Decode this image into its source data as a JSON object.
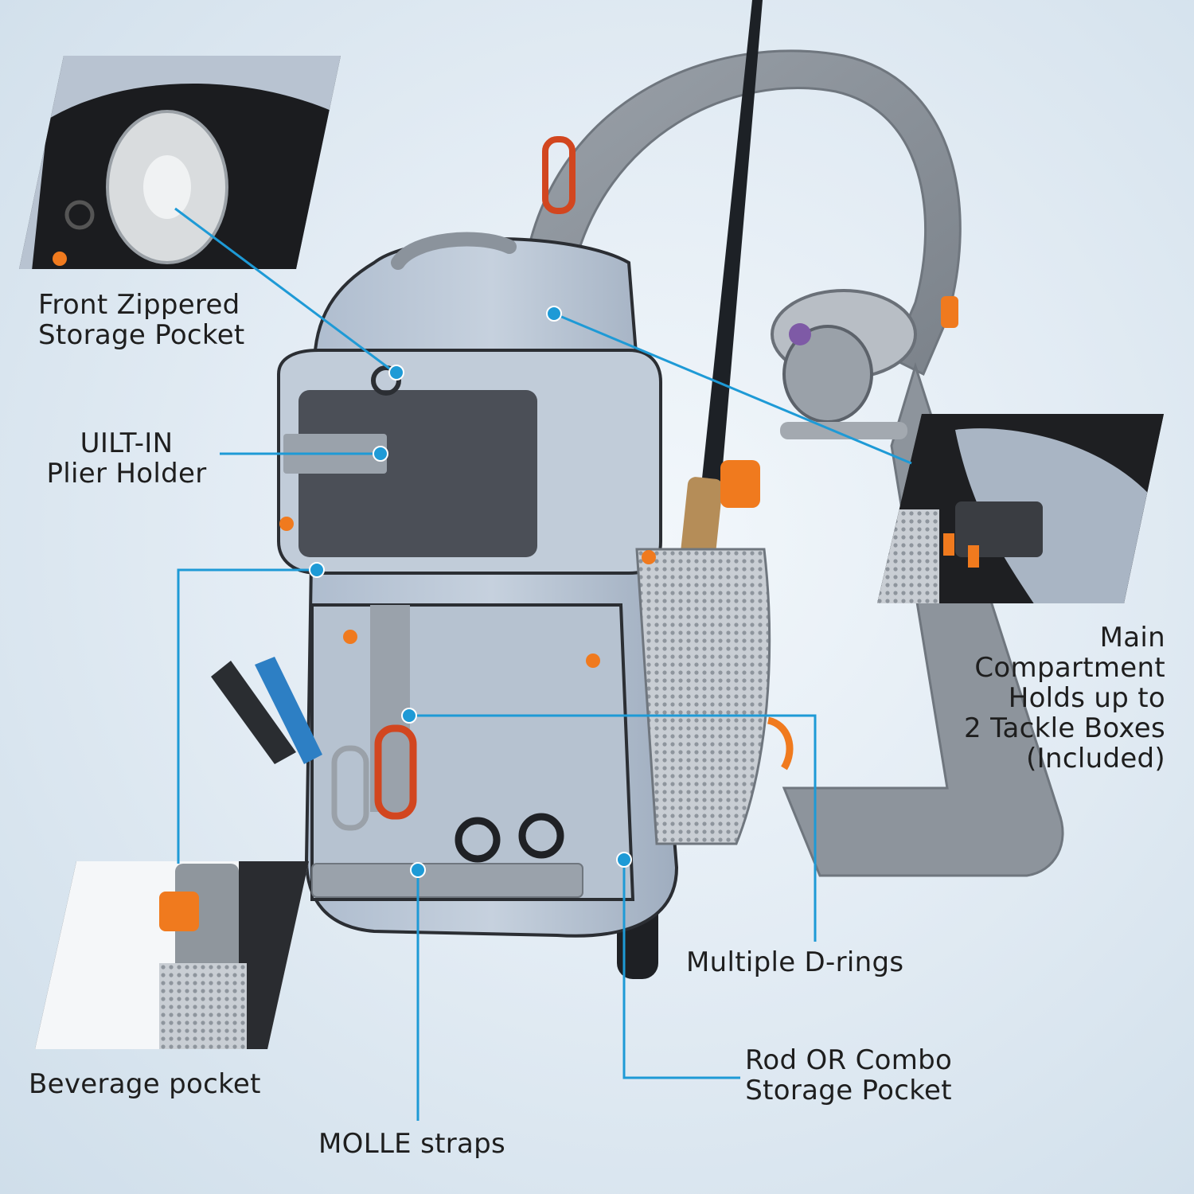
{
  "callouts": {
    "front_pocket": {
      "line1": "Front Zippered",
      "line2": "Storage Pocket"
    },
    "plier_holder": {
      "line1": "UILT-IN",
      "line2": "Plier Holder"
    },
    "main_compartment": {
      "line1": "Main",
      "line2": "Compartment",
      "line3": "Holds up to",
      "line4": "2 Tackle Boxes",
      "line5": "(Included)"
    },
    "d_rings": {
      "line1": "Multiple D-rings"
    },
    "beverage_pocket": {
      "line1": "Beverage pocket"
    },
    "rod_pocket": {
      "line1": "Rod OR Combo",
      "line2": "Storage Pocket"
    },
    "molle_straps": {
      "line1": "MOLLE straps"
    }
  },
  "colors": {
    "leader_line": "#1e9ad6",
    "bag_body": "#b9c6d6",
    "panel_dark": "#4b4f57",
    "accent_orange": "#f07a1e",
    "strap_gray": "#8d949c"
  }
}
